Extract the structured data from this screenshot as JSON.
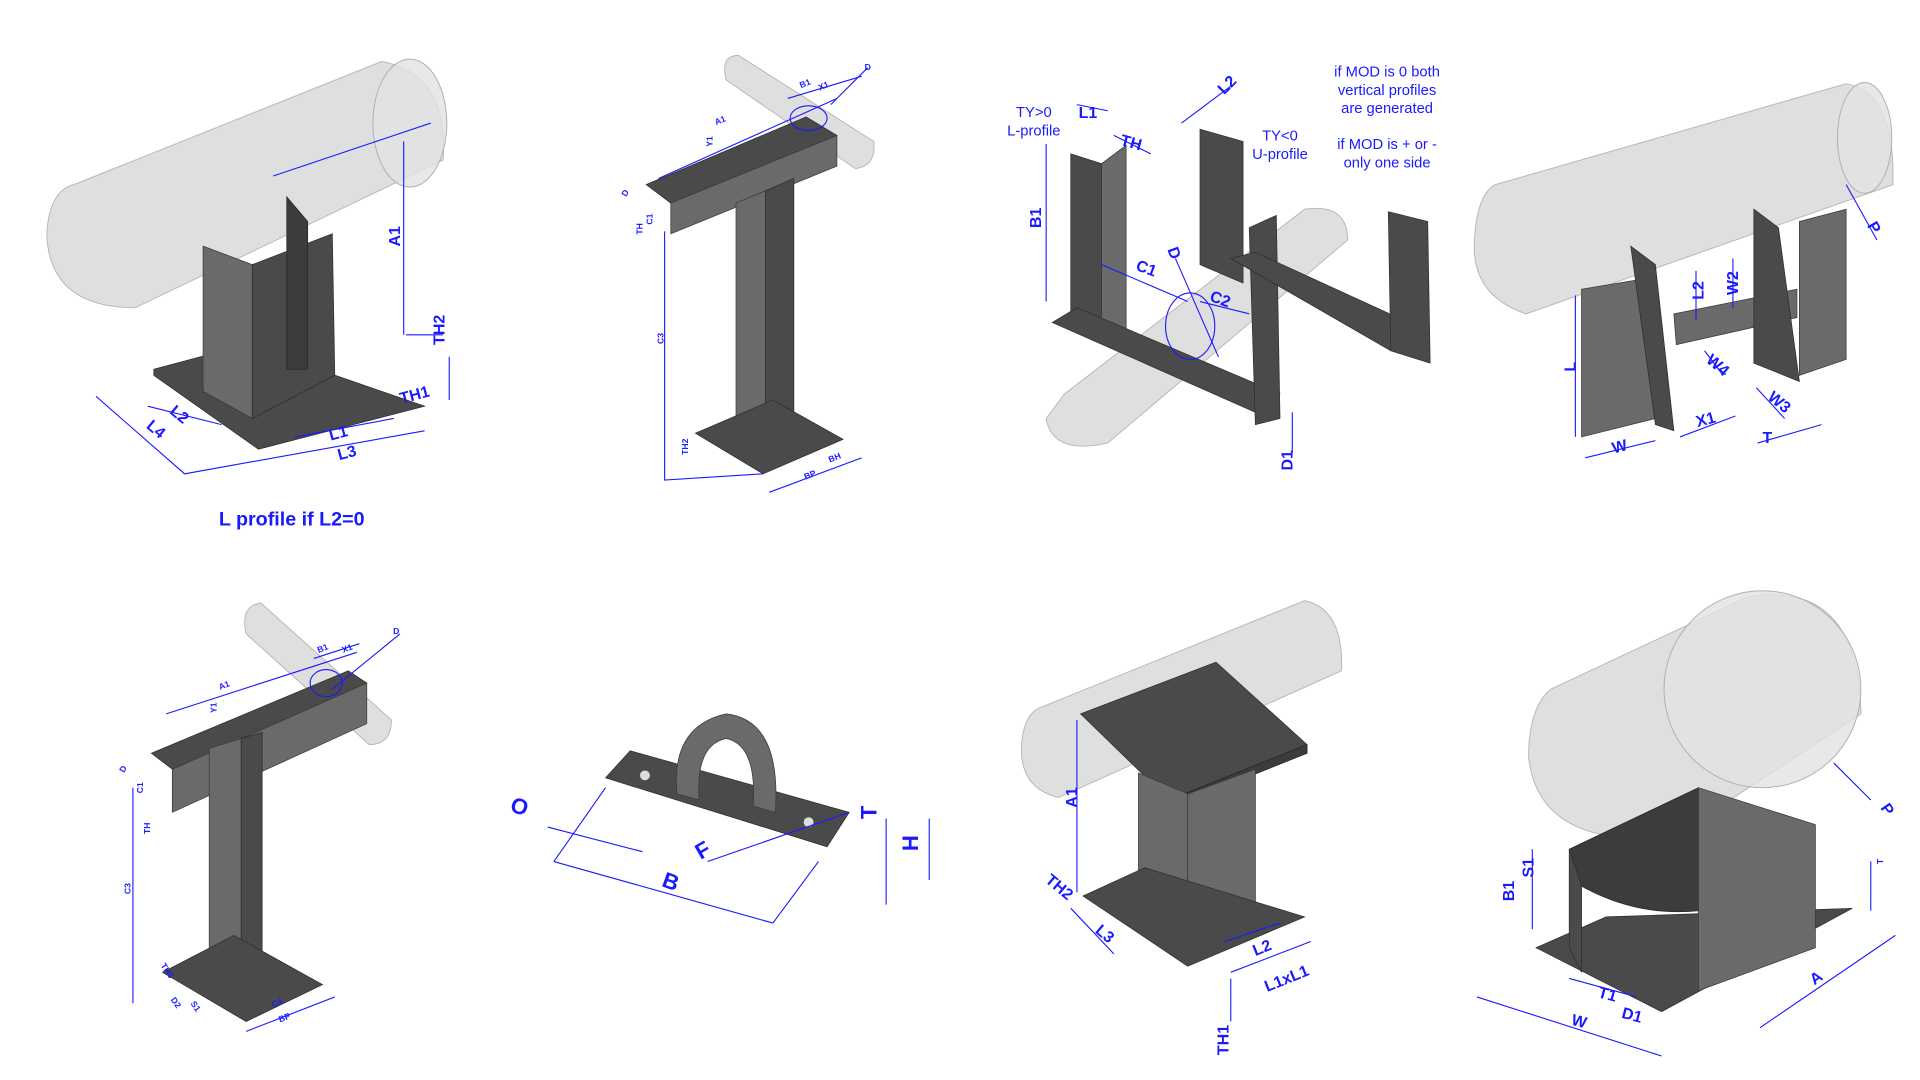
{
  "panel1": {
    "A1": "A1",
    "TH2": "TH2",
    "TH1": "TH1",
    "L1": "L1",
    "L2": "L2",
    "L3": "L3",
    "L4": "L4",
    "caption": "L profile if L2=0"
  },
  "panel2": {
    "A1": "A1",
    "B1": "B1",
    "X1": "X1",
    "D": "D",
    "Y1": "Y1",
    "D_left": "D",
    "TH": "TH",
    "C1": "C1",
    "C3": "C3",
    "TH2": "TH2",
    "BH": "BH",
    "BP": "BP"
  },
  "panel3": {
    "ty_pos": "TY>0",
    "l_profile": "L-profile",
    "L1": "L1",
    "TH": "TH",
    "L2": "L2",
    "ty_neg": "TY<0",
    "u_profile": "U-profile",
    "note1": [
      "if MOD is 0 both",
      "vertical profiles",
      "are generated"
    ],
    "note2": [
      "if MOD is + or -",
      "only one side"
    ],
    "B1": "B1",
    "C1": "C1",
    "D": "D",
    "C2": "C2",
    "D1": "D1"
  },
  "panel4": {
    "P": "P",
    "L2": "L2",
    "W2": "W2",
    "L": "L",
    "W4": "W4",
    "W3": "W3",
    "X1": "X1",
    "W": "W",
    "T": "T"
  },
  "panel5": {
    "A1": "A1",
    "B1": "B1",
    "X1": "X1",
    "D": "D",
    "Y1": "Y1",
    "D_left": "D",
    "C1": "C1",
    "TH": "TH",
    "C3": "C3",
    "TH3": "TH3",
    "D2": "D2",
    "S1": "S1",
    "C4": "C4",
    "BP": "BP"
  },
  "panel6": {
    "O": "O",
    "F": "F",
    "T": "T",
    "H": "H",
    "B": "B"
  },
  "panel7": {
    "A1": "A1",
    "TH2": "TH2",
    "L3": "L3",
    "L2": "L2",
    "L1xL1": "L1xL1",
    "TH1": "TH1"
  },
  "panel8": {
    "P": "P",
    "S1": "S1",
    "B1": "B1",
    "T": "T",
    "T1": "T1",
    "D1": "D1",
    "W": "W",
    "A": "A"
  },
  "colors": {
    "dimension": "#1a1aff",
    "steel": "#4a4a4a",
    "pipe": "#d4d4d4"
  }
}
